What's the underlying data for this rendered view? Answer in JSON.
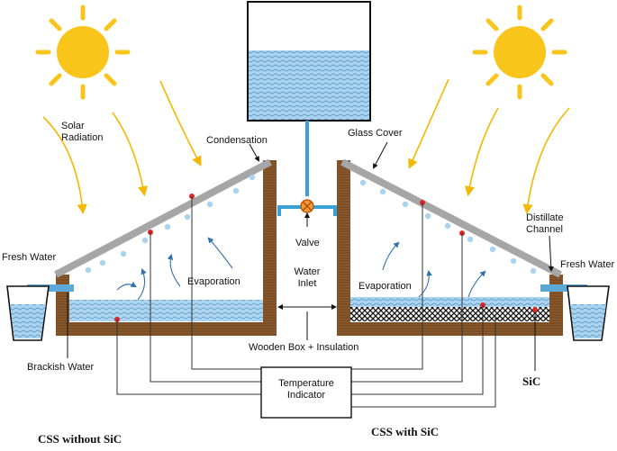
{
  "labels": {
    "solar_radiation_line1": "Solar",
    "solar_radiation_line2": "Radiation",
    "condensation": "Condensation",
    "glass_cover": "Glass Cover",
    "distillate_channel_line1": "Distillate",
    "distillate_channel_line2": "Channel",
    "fresh_water_left": "Fresh Water",
    "fresh_water_right": "Fresh Water",
    "evaporation_left": "Evaporation",
    "evaporation_right": "Evaporation",
    "valve": "Valve",
    "water_inlet_line1": "Water",
    "water_inlet_line2": "Inlet",
    "wooden_box": "Wooden Box + Insulation",
    "brackish_water": "Brackish Water",
    "temp_indicator_line1": "Temperature",
    "temp_indicator_line2": "Indicator",
    "sic": "SiC",
    "css_without": "CSS without SiC",
    "css_with": "CSS with SiC"
  },
  "colors": {
    "sun": "#f9c51b",
    "water": "#a9d3ef",
    "wood": "#8b5a2b",
    "glass": "#a6a6a6",
    "pipe": "#3aa0d8",
    "arrow": "#f5b800",
    "sensor": "#e0262a"
  },
  "icons": {
    "sun": "sun-icon",
    "valve": "valve-icon",
    "beaker": "beaker-icon"
  }
}
